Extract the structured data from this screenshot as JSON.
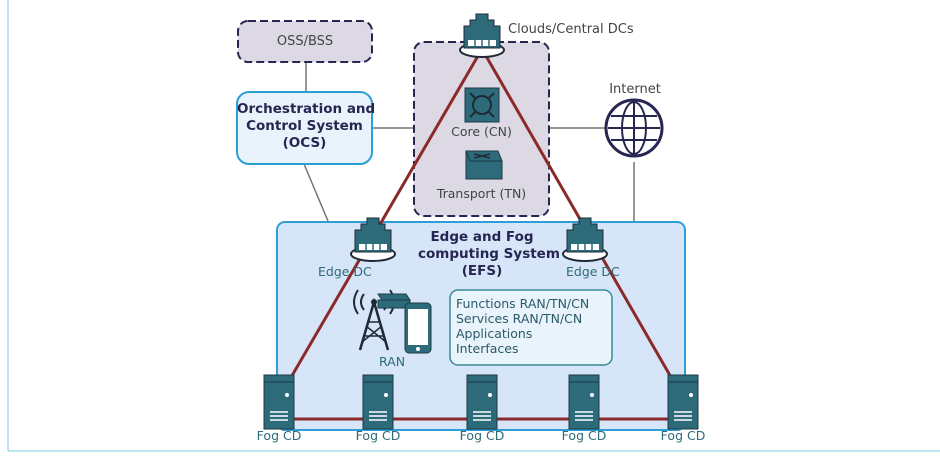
{
  "diagram": {
    "oss_label": "OSS/BSS",
    "ocs_lines": [
      "Orchestration and",
      "Control System",
      "(OCS)"
    ],
    "clouds_label": "Clouds/Central DCs",
    "core_label": "Core (CN)",
    "transport_label": "Transport (TN)",
    "internet_label": "Internet",
    "efs_lines": [
      "Edge and Fog",
      "computing System",
      "(EFS)"
    ],
    "edge_dc_left": "Edge DC",
    "edge_dc_right": "Edge DC",
    "ran_label": "RAN",
    "functions_lines": [
      "Functions RAN/TN/CN",
      "Services RAN/TN/CN",
      "Applications",
      "Interfaces"
    ],
    "fog_labels": [
      "Fog CD",
      "Fog CD",
      "Fog CD",
      "Fog CD",
      "Fog CD"
    ]
  },
  "colors": {
    "teal": "#2e6b7a",
    "teal_dark": "#2a5a66",
    "navy": "#262650",
    "efs_fill": "#d6e6f8",
    "efs_border": "#2e9ed6",
    "core_fill": "#dcd8e4",
    "link_red": "#8b2a2a",
    "gray_link": "#6b7a6b"
  },
  "icons": [
    "datacenter-icon",
    "router-icon",
    "switch-icon",
    "globe-icon",
    "antenna-tower-icon",
    "smartphone-icon",
    "server-icon"
  ]
}
